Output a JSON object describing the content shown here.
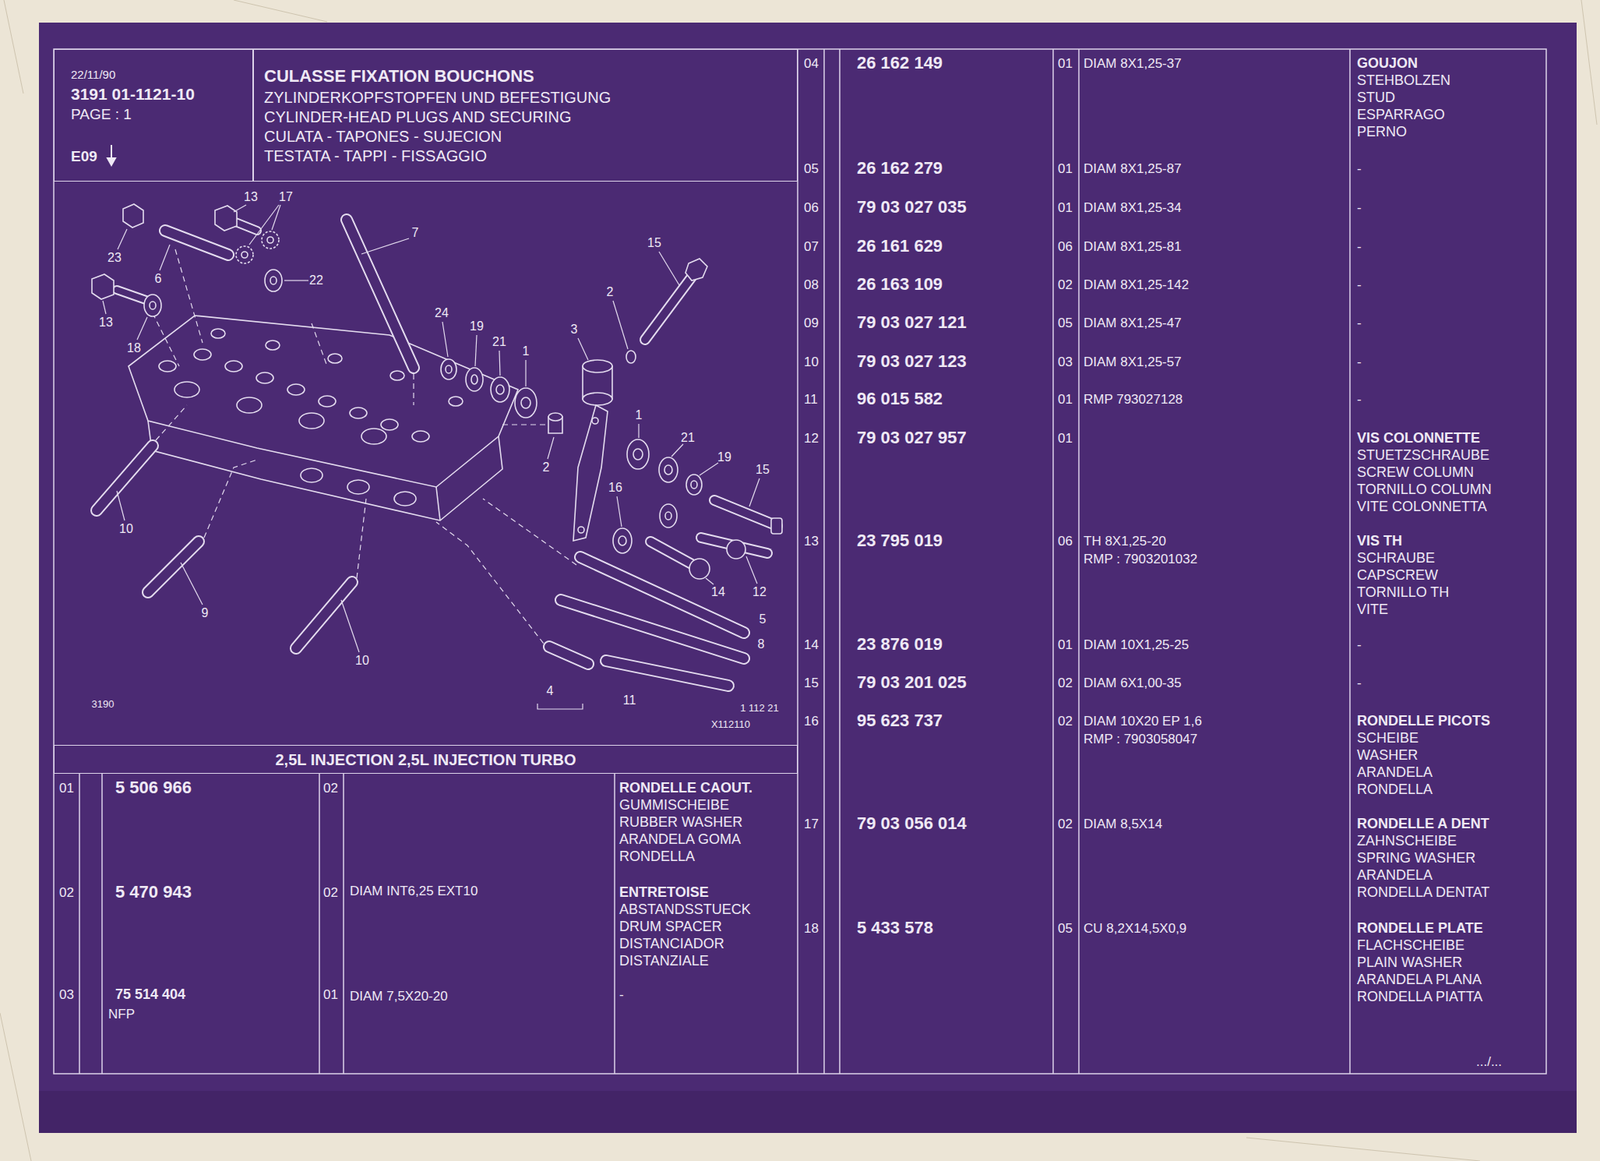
{
  "diagram": {
    "title": "CULASSE FIXATION BOUCHONS",
    "nodes": [
      {
        "text": [
          "22/11/90",
          "3191 01-1121-10",
          "PAGE : 1",
          "E09"
        ]
      },
      {
        "text": [
          "ZYLINDERKOPFSTOPFEN UND BEFESTIGUNG",
          "CYLINDER-HEAD PLUGS AND SECURING",
          "CULATA - TAPONES - SUJECION",
          "TESTATA - TAPPI - FISSAGGIO"
        ]
      },
      {
        "text": [
          "2,5L INJECTION 2,5L INJECTION TURBO"
        ]
      }
    ],
    "labels": [
      "13",
      "17",
      "23",
      "6",
      "22",
      "13",
      "18",
      "7",
      "15",
      "2",
      "3",
      "24",
      "19",
      "21",
      "1",
      "2",
      "1",
      "21",
      "19",
      "15",
      "16",
      "14",
      "12",
      "5",
      "8",
      "10",
      "9",
      "10",
      "4",
      "11",
      "3190",
      "1 112 21",
      "X112110",
      "01",
      "5 506 966",
      "02",
      "RONDELLE CAOUT.",
      "GUMMISCHEIBE",
      "RUBBER WASHER",
      "ARANDELA GOMA",
      "RONDELLA",
      "02",
      "5 470 943",
      "02",
      "DIAM INT6,25 EXT10",
      "ENTRETOISE",
      "ABSTANDSSTUECK",
      "DRUM SPACER",
      "DISTANCIADOR",
      "DISTANZIALE",
      "03",
      "75 514 404",
      "NFP",
      "01",
      "DIAM 7,5X20-20",
      "-",
      "04",
      "26 162 149",
      "01",
      "DIAM 8X1,25-37",
      "GOUJON",
      "STEHBOLZEN",
      "STUD",
      "ESPARRAGO",
      "PERNO",
      "05",
      "26 162 279",
      "01",
      "DIAM 8X1,25-87",
      "-",
      "06",
      "79 03 027 035",
      "01",
      "DIAM 8X1,25-34",
      "-",
      "07",
      "26 161 629",
      "06",
      "DIAM 8X1,25-81",
      "-",
      "08",
      "26 163 109",
      "02",
      "DIAM 8X1,25-142",
      "-",
      "09",
      "79 03 027 121",
      "05",
      "DIAM 8X1,25-47",
      "-",
      "10",
      "79 03 027 123",
      "03",
      "DIAM 8X1,25-57",
      "-",
      "11",
      "96 015 582",
      "01",
      "RMP 793027128",
      "-",
      "12",
      "79 03 027 957",
      "01",
      "VIS COLONNETTE",
      "STUETZSCHRAUBE",
      "SCREW COLUMN",
      "TORNILLO COLUMN",
      "VITE COLONNETTA",
      "13",
      "23 795 019",
      "06",
      "TH 8X1,25-20",
      "RMP : 7903201032",
      "VIS TH",
      "SCHRAUBE",
      "CAPSCREW",
      "TORNILLO TH",
      "VITE",
      "14",
      "23 876 019",
      "01",
      "DIAM 10X1,25-25",
      "-",
      "15",
      "79 03 201 025",
      "02",
      "DIAM 6X1,00-35",
      "-",
      "16",
      "95 623 737",
      "02",
      "DIAM 10X20 EP 1,6",
      "RMP : 7903058047",
      "RONDELLE PICOTS",
      "SCHEIBE",
      "WASHER",
      "ARANDELA",
      "RONDELLA",
      "17",
      "79 03 056 014",
      "02",
      "DIAM 8,5X14",
      "RONDELLE A DENT",
      "ZAHNSCHEIBE",
      "SPRING WASHER",
      "ARANDELA",
      "RONDELLA DENTAT",
      "18",
      "5 433 578",
      "05",
      "CU 8,2X14,5X0,9",
      "RONDELLE PLATE",
      "FLACHSCHEIBE",
      "PLAIN WASHER",
      "ARANDELA PLANA",
      "RONDELLA PIATTA",
      ".../..."
    ]
  }
}
